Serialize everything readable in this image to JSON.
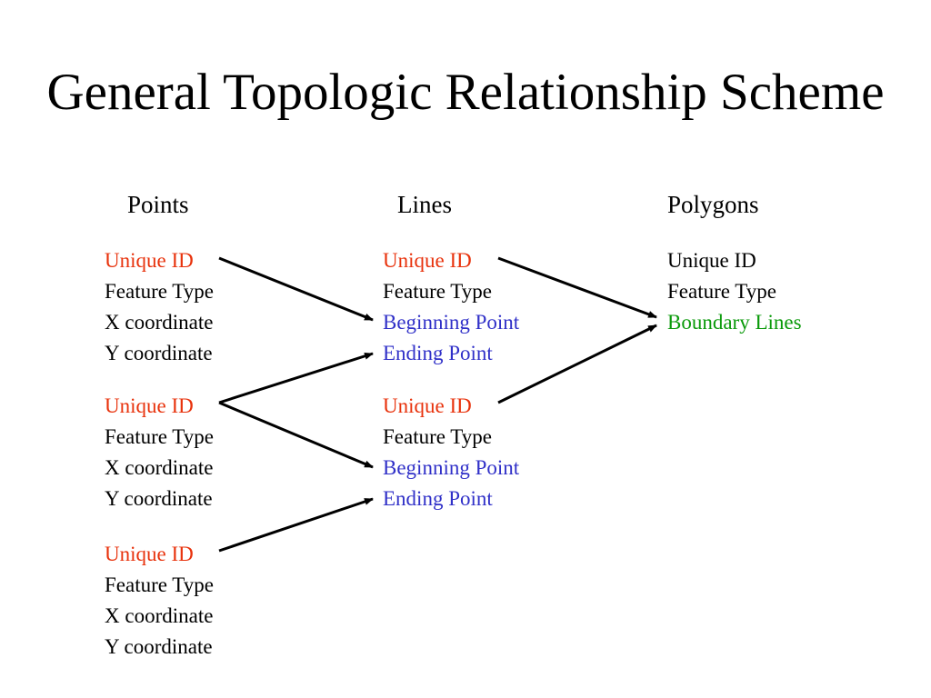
{
  "title": "General Topologic Relationship Scheme",
  "colors": {
    "key": "#e8320c",
    "text": "#000000",
    "reference": "#3030c8",
    "boundary": "#0a9a0a",
    "arrow": "#000000"
  },
  "columns": {
    "points": {
      "header": "Points",
      "records": [
        [
          "Unique ID",
          "Feature Type",
          "X coordinate",
          "Y coordinate"
        ],
        [
          "Unique ID",
          "Feature Type",
          "X coordinate",
          "Y coordinate"
        ],
        [
          "Unique ID",
          "Feature Type",
          "X coordinate",
          "Y coordinate"
        ]
      ]
    },
    "lines": {
      "header": "Lines",
      "records": [
        [
          "Unique ID",
          "Feature Type",
          "Beginning Point",
          "Ending Point"
        ],
        [
          "Unique ID",
          "Feature Type",
          "Beginning Point",
          "Ending Point"
        ]
      ]
    },
    "polygons": {
      "header": "Polygons",
      "records": [
        [
          "Unique ID",
          "Feature Type",
          "Boundary Lines"
        ]
      ]
    }
  },
  "links": [
    {
      "from": "points.record1.unique_id",
      "to": "lines.record1.beginning_point"
    },
    {
      "from": "points.record2.unique_id",
      "to": "lines.record1.ending_point"
    },
    {
      "from": "points.record2.unique_id",
      "to": "lines.record2.beginning_point"
    },
    {
      "from": "points.record3.unique_id",
      "to": "lines.record2.ending_point"
    },
    {
      "from": "lines.record1.unique_id",
      "to": "polygons.record1.boundary_lines"
    },
    {
      "from": "lines.record2.unique_id",
      "to": "polygons.record1.boundary_lines"
    }
  ]
}
